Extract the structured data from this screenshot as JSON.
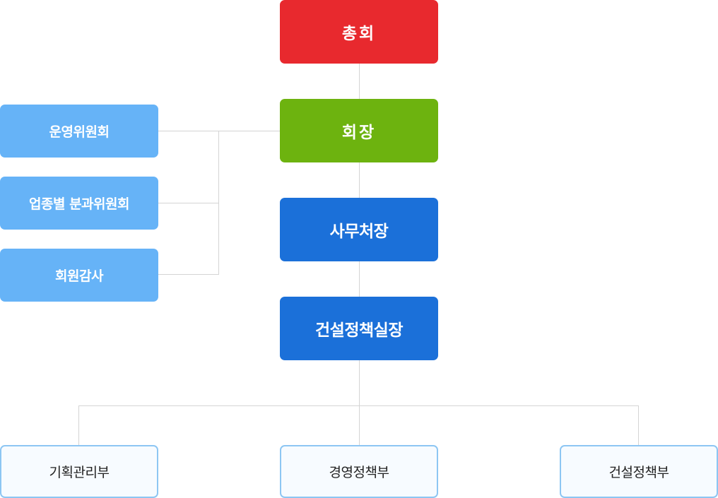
{
  "top_chain": [
    {
      "label": "총회",
      "color": "#e8292e"
    },
    {
      "label": "회장",
      "color": "#6db30f"
    },
    {
      "label": "사무처장",
      "color": "#1b70d9"
    },
    {
      "label": "건설정책실장",
      "color": "#1b70d9"
    }
  ],
  "side_committees": [
    {
      "label": "운영위원회"
    },
    {
      "label": "업종별 분과위원회"
    },
    {
      "label": "회원감사"
    }
  ],
  "departments": [
    {
      "label": "기획관리부"
    },
    {
      "label": "경영정책부"
    },
    {
      "label": "건설정책부"
    }
  ]
}
